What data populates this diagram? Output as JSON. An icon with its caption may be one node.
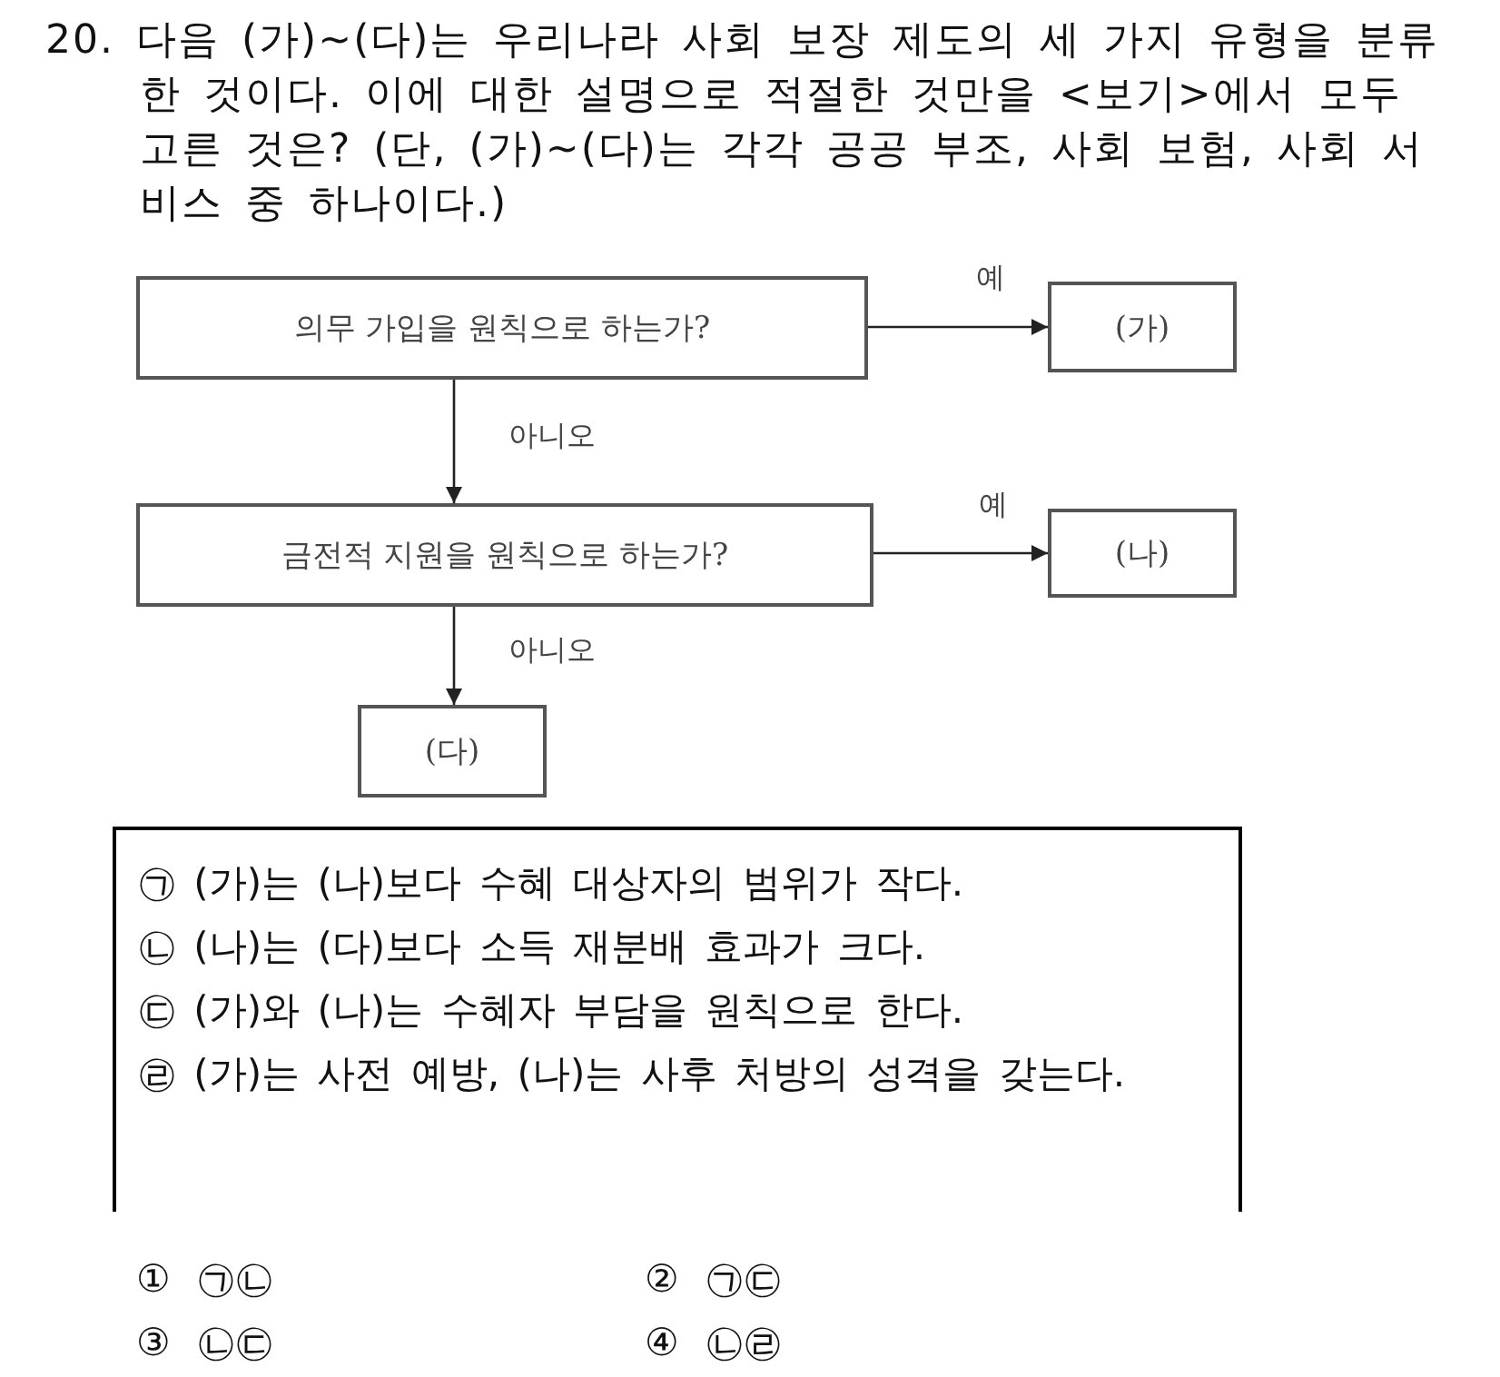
{
  "diagram": {
    "title": "20. 다음 (가)~(다)는 우리나라 사회 보장 제도의 세 가지 유형을 분류한 것이다. 이에 대한 설명으로 적절한 것만을 <보기>에서 모두 고른 것은? (단, (가)~(다)는 각각 공공 부조, 사회 보험, 사회 서비스 중 하나이다.)",
    "nodes": [
      {
        "text": [
          "의무 가입을 원칙으로 하는가?"
        ]
      },
      {
        "text": [
          "(가)"
        ]
      },
      {
        "text": [
          "금전적 지원을 원칙으로 하는가?"
        ]
      },
      {
        "text": [
          "(나)"
        ]
      },
      {
        "text": [
          "(다)"
        ]
      },
      {
        "text": [
          "㉠ (가)는 (나)보다 수혜 대상자의 범위가 작다.",
          "㉡ (나)는 (다)보다 소득 재분배 효과가 크다.",
          "㉢ (가)와 (나)는 수혜자 부담을 원칙으로 한다.",
          "㉣ (가)는 사전 예방, (나)는 사후 처방의 성격을 갖는다."
        ]
      }
    ],
    "edges": [
      {
        "from": 0,
        "to": 1,
        "arrow": "to",
        "label": "예"
      },
      {
        "from": 0,
        "to": 2,
        "arrow": "to",
        "label": "아니오"
      },
      {
        "from": 2,
        "to": 3,
        "arrow": "to",
        "label": "예"
      },
      {
        "from": 2,
        "to": 4,
        "arrow": "to",
        "label": "아니오"
      }
    ],
    "labels": [
      "① ㉠㉡",
      "② ㉠㉢",
      "③ ㉡㉢",
      "④ ㉡㉣"
    ]
  }
}
